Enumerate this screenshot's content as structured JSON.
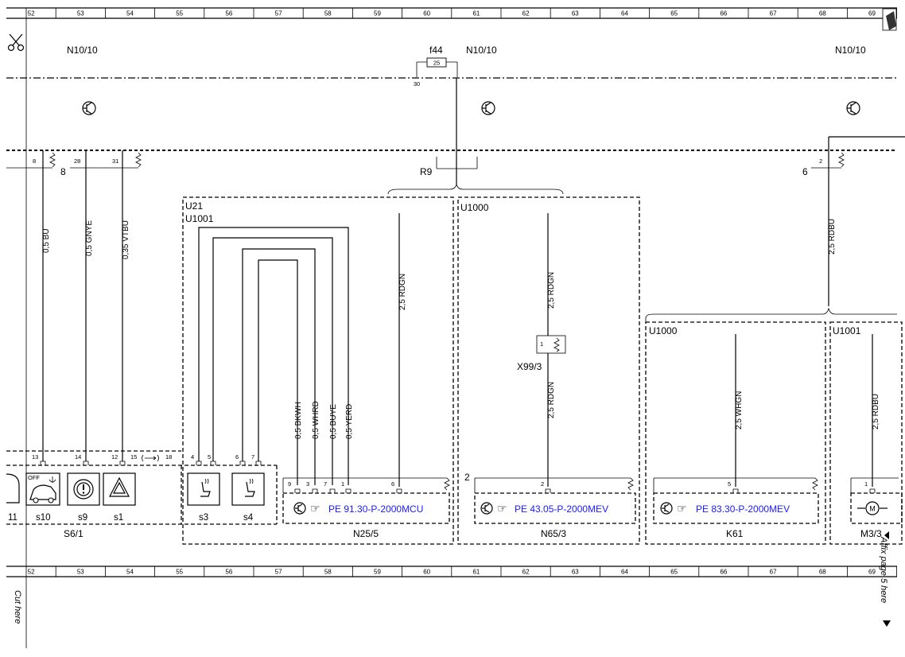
{
  "ruler": {
    "columns": [
      "52",
      "53",
      "54",
      "55",
      "56",
      "57",
      "58",
      "59",
      "60",
      "61",
      "62",
      "63",
      "64",
      "65",
      "66",
      "67",
      "68",
      "69"
    ]
  },
  "modules": {
    "left": "N10/10",
    "center": "N10/10",
    "right": "N10/10"
  },
  "fuse": {
    "name": "f44",
    "rating": "25",
    "pin": "30"
  },
  "pins_top": {
    "p8a": "8",
    "p8b": "8",
    "p28": "28",
    "p31": "31",
    "p2": "2",
    "p6": "6",
    "r9": "R9"
  },
  "wires": {
    "bu": "0,5 BU",
    "gnye": "0,5 GNYE",
    "vtbu": "0,35 VTBU",
    "rdgn1": "2,5 RDGN",
    "rdgn2": "2,5 RDGN",
    "rdgn3": "2,5 RDGN",
    "rdbu1": "2,5 RDBU",
    "rdbu2": "2,5 RDBU",
    "whgn": "2,5 WHGN",
    "bkwh": "0,5 BKWH",
    "whrd": "0,5 WHRD",
    "buye": "0,5 BUYE",
    "yerd": "0,5 YERD"
  },
  "groups": {
    "u21": "U21",
    "u1001a": "U1001",
    "u1000a": "U1000",
    "u1000b": "U1000",
    "u1001b": "U1001"
  },
  "connector": {
    "name": "X99/3",
    "pin": "1"
  },
  "switch_pins": {
    "p13": "13",
    "p14": "14",
    "p12": "12",
    "p15": "15",
    "p18": "18",
    "p4": "4",
    "p5": "5",
    "p6": "6",
    "p7": "7"
  },
  "switch_labels": {
    "s11": "11",
    "s10": "s10",
    "s9": "s9",
    "s1": "s1",
    "s3": "s3",
    "s4": "s4",
    "off": "OFF"
  },
  "component_pins": {
    "n25_9": "9",
    "n25_3": "3",
    "n25_7": "7",
    "n25_1": "1",
    "n25_6": "6",
    "n65_side": "2",
    "n65_2": "2",
    "k61_5": "5",
    "m3_1": "1"
  },
  "components": {
    "s6_1": "S6/1",
    "n25_5": "N25/5",
    "n65_3": "N65/3",
    "k61": "K61",
    "m3_3": "M3/3"
  },
  "links": {
    "pe1": "PE 91.30-P-2000MCU",
    "pe2": "PE 43.05-P-2000MEV",
    "pe3": "PE 83.30-P-2000MEV"
  },
  "margin_text": {
    "cut_here": "Cut here",
    "affix": "Affix page 5 here"
  },
  "colors": {
    "link": "#1a1aff",
    "line": "#000000"
  }
}
